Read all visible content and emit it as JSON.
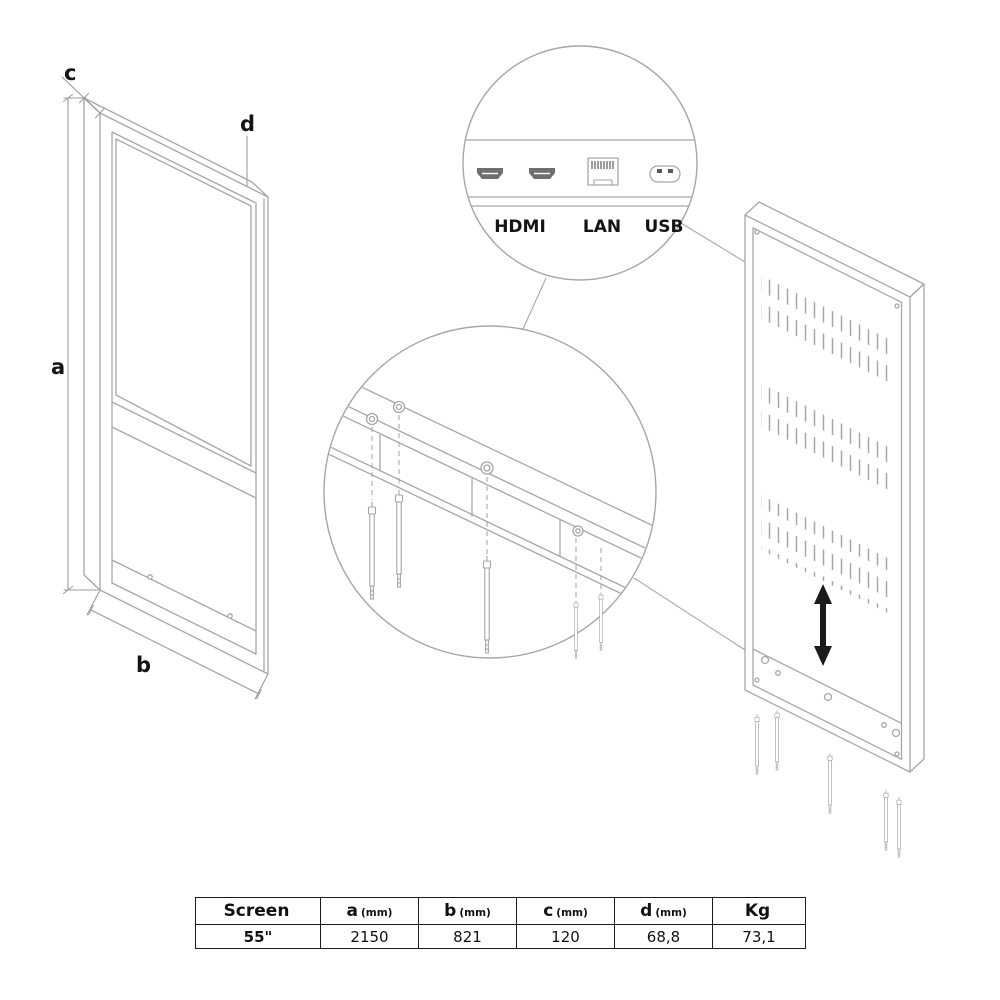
{
  "drawing": {
    "dim_labels": {
      "a": "a",
      "b": "b",
      "c": "c",
      "d": "d"
    },
    "port_labels": {
      "hdmi": "HDMI",
      "lan": "LAN",
      "usb": "USB"
    }
  },
  "table": {
    "headers": [
      {
        "main": "Screen",
        "sub": ""
      },
      {
        "main": "a",
        "sub": "(mm)"
      },
      {
        "main": "b",
        "sub": "(mm)"
      },
      {
        "main": "c",
        "sub": "(mm)"
      },
      {
        "main": "d",
        "sub": "(mm)"
      },
      {
        "main": "Kg",
        "sub": ""
      }
    ],
    "row": {
      "screen": "55\"",
      "a": "2150",
      "b": "821",
      "c": "120",
      "d": "68,8",
      "kg": "73,1"
    }
  },
  "colors": {
    "line": "#a6a6a6",
    "text": "#141414",
    "background": "#ffffff"
  }
}
